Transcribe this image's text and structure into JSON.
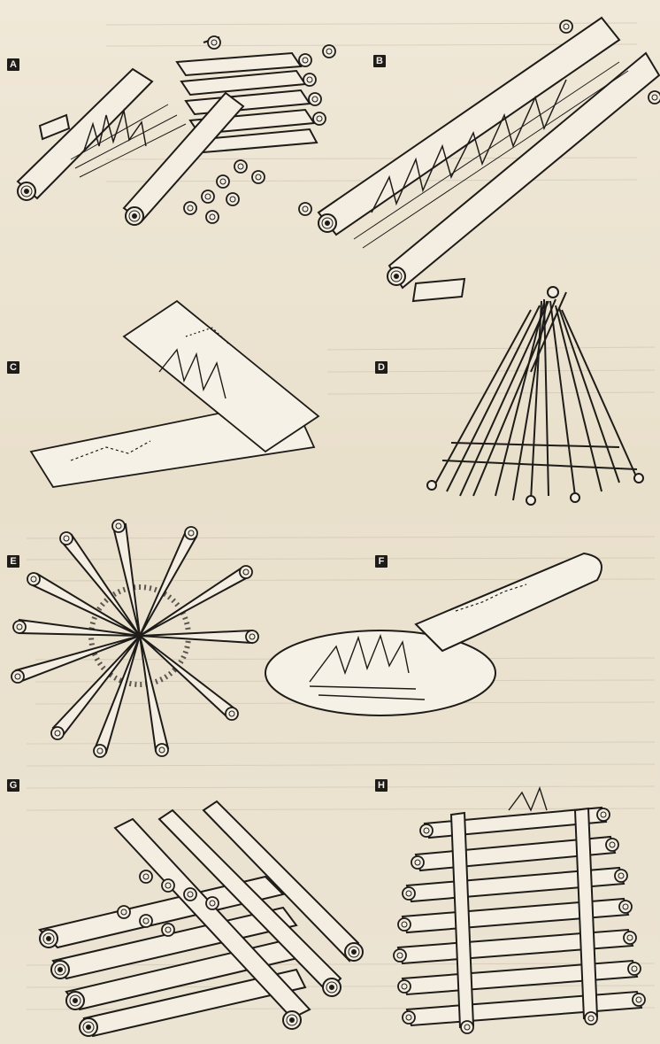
{
  "figures": [
    {
      "id": "a",
      "label": "A"
    },
    {
      "id": "b",
      "label": "B"
    },
    {
      "id": "c",
      "label": "C"
    },
    {
      "id": "d",
      "label": "D"
    },
    {
      "id": "e",
      "label": "E"
    },
    {
      "id": "f",
      "label": "F"
    },
    {
      "id": "g",
      "label": "G"
    },
    {
      "id": "h",
      "label": "H"
    }
  ],
  "colors": {
    "paper": "#ece4d3",
    "ink": "#1e1c19",
    "bleed_text": "#b9ae99"
  }
}
